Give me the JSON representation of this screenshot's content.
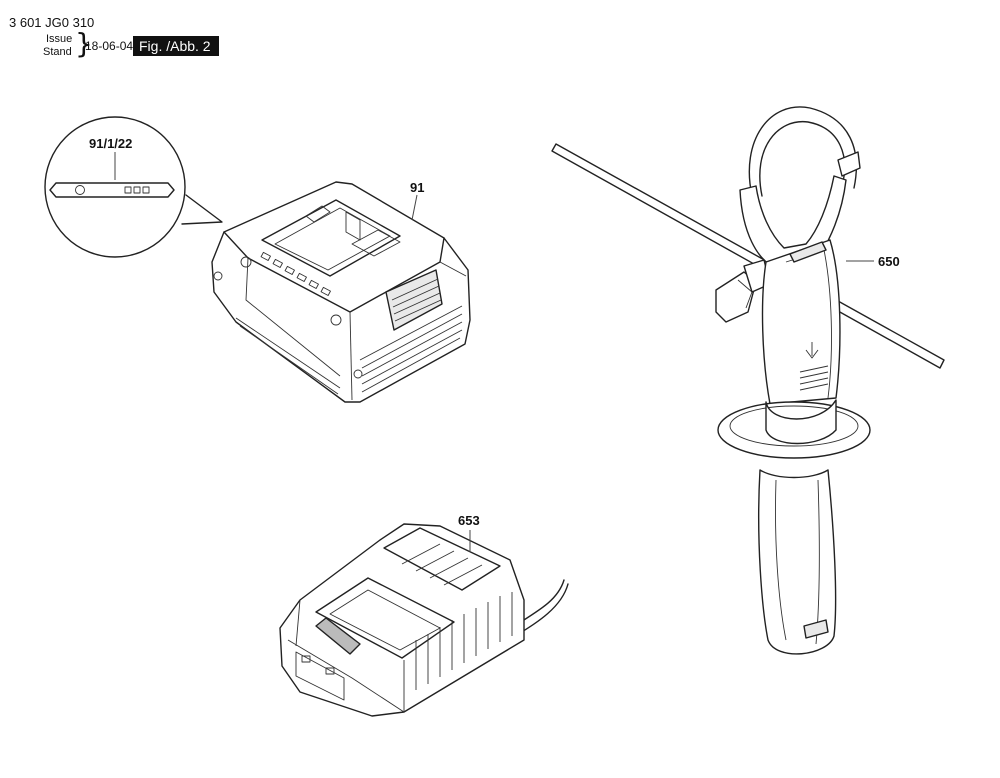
{
  "header": {
    "doc_number": "3 601 JG0 310",
    "issue_label": "Issue",
    "stand_label": "Stand",
    "brace": "}",
    "date": "18-06-04",
    "fig_label": "Fig. /Abb. 2"
  },
  "callouts": {
    "detail_label": "91/1/22",
    "battery_label": "91",
    "handle_label": "650",
    "charger_label": "653"
  }
}
